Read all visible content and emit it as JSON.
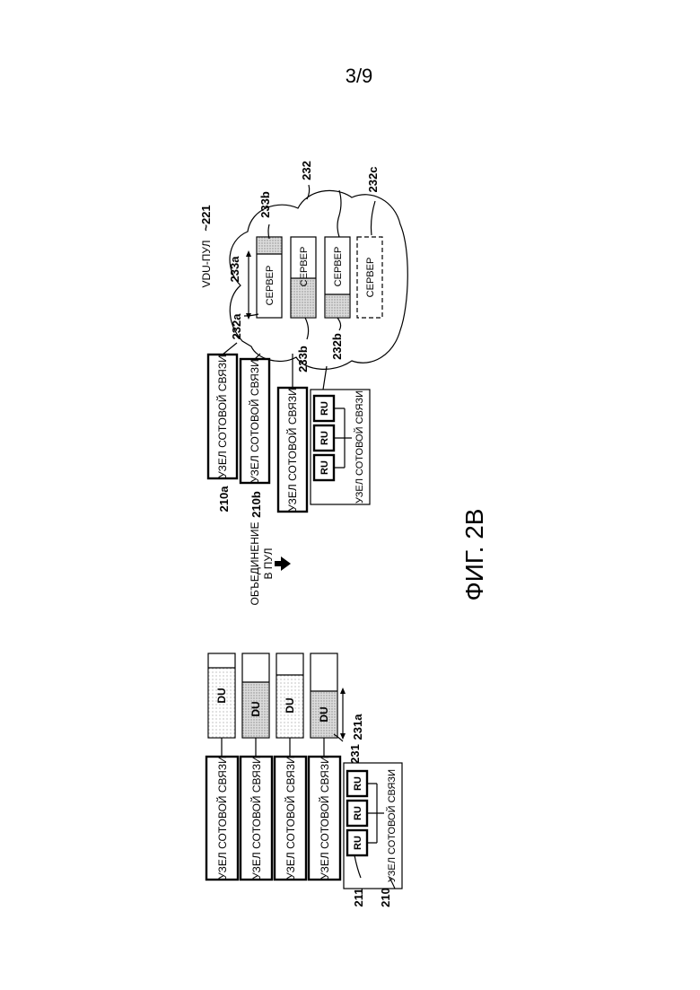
{
  "page_number": "3/9",
  "figure_caption": "ФИГ. 2В",
  "labels": {
    "cell_node": "УЗЕЛ СОТОВОЙ СВЯЗИ",
    "du": "DU",
    "ru": "RU",
    "server": "СЕРВЕР",
    "pooling_line1": "ОБЪЕДИНЕНИЕ",
    "pooling_line2": "В ПУЛ",
    "vdu_pool": "VDU-ПУЛ",
    "vdu_pool_ref": "~221"
  },
  "refs": {
    "r210": "210",
    "r211": "211",
    "r231": "231",
    "r231a": "231a",
    "r210a": "210a",
    "r210b": "210b",
    "r232": "232",
    "r232a": "232a",
    "r232b": "232b",
    "r232c": "232c",
    "r233a": "233a",
    "r233b_top": "233b",
    "r233b_bottom": "233b"
  },
  "colors": {
    "stroke": "#000000",
    "shade": "#d6d6d6"
  }
}
